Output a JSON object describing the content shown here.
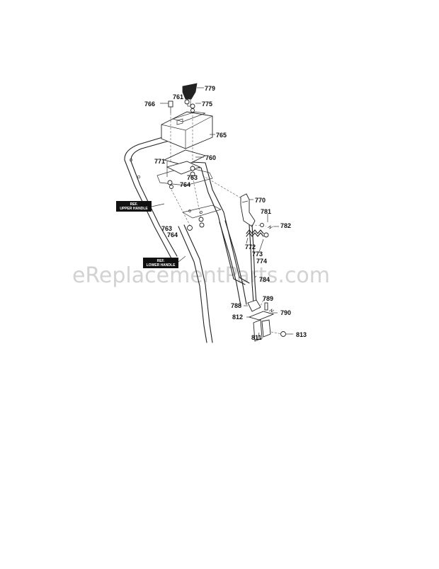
{
  "watermark": "eReplacementParts.com",
  "reference_boxes": {
    "upper": [
      "REF.",
      "UPPER HANDLE"
    ],
    "lower": [
      "REF.",
      "LOWER HANDLE"
    ]
  },
  "callouts": [
    {
      "id": "779",
      "text": "779"
    },
    {
      "id": "761",
      "text": "761"
    },
    {
      "id": "766",
      "text": "766"
    },
    {
      "id": "775",
      "text": "775"
    },
    {
      "id": "765",
      "text": "765"
    },
    {
      "id": "760",
      "text": "760"
    },
    {
      "id": "771",
      "text": "771"
    },
    {
      "id": "763a",
      "text": "763"
    },
    {
      "id": "764a",
      "text": "764"
    },
    {
      "id": "770",
      "text": "770"
    },
    {
      "id": "781",
      "text": "781"
    },
    {
      "id": "782",
      "text": "782"
    },
    {
      "id": "763b",
      "text": "763"
    },
    {
      "id": "764b",
      "text": "764"
    },
    {
      "id": "772",
      "text": "772"
    },
    {
      "id": "773",
      "text": "773"
    },
    {
      "id": "774",
      "text": "774"
    },
    {
      "id": "784",
      "text": "784"
    },
    {
      "id": "788",
      "text": "788"
    },
    {
      "id": "789",
      "text": "789"
    },
    {
      "id": "790",
      "text": "790"
    },
    {
      "id": "812",
      "text": "812"
    },
    {
      "id": "811",
      "text": "811"
    },
    {
      "id": "813",
      "text": "813"
    }
  ]
}
